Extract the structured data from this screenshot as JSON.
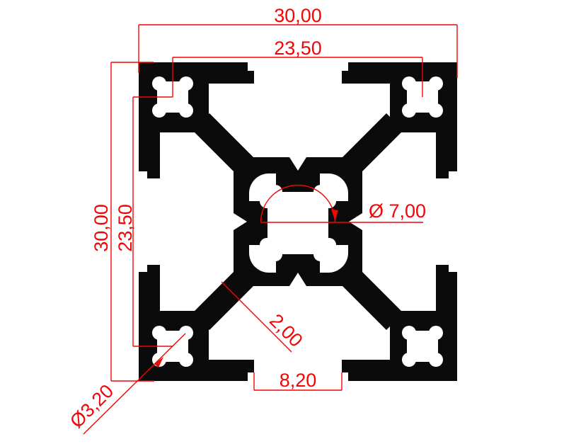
{
  "drawing": {
    "title": "30x30 aluminium extrusion profile cross-section",
    "colors": {
      "background": "#ffffff",
      "profile_fill": "#0b0b0b",
      "dimension_color": "#f40404"
    },
    "dimensions": {
      "overall_width": "30,00",
      "overall_height": "30,00",
      "hole_spacing_horizontal": "23,50",
      "hole_spacing_vertical": "23,50",
      "center_bore_diameter": "Ø 7,00",
      "web_thickness": "2,00",
      "slot_opening_width": "8,20",
      "corner_hole_diameter": "Ø3,20"
    }
  }
}
